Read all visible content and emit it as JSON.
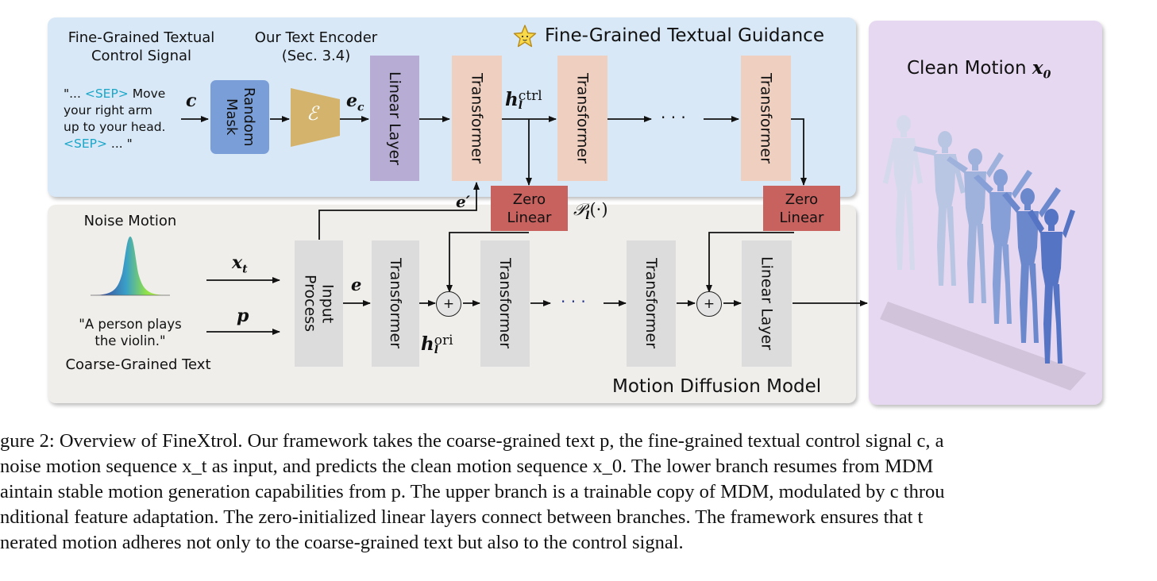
{
  "upper_branch": {
    "title": "Fine-Grained Textual Guidance",
    "control_label": [
      "Fine-Grained Textual",
      "Control Signal"
    ],
    "encoder_label": [
      "Our Text Encoder",
      "(Sec. 3.4)"
    ],
    "control_text": {
      "line1_pre": "\"... ",
      "line1_sep": "<SEP>",
      "line1_post": " Move",
      "line2": "your right arm",
      "line3": "up to your head.",
      "line4_sep": "<SEP>",
      "line4_post": " ... \""
    },
    "c_symbol": "c",
    "random_mask": [
      "Random",
      "Mask"
    ],
    "encoder_symbol": "ℰ",
    "ec_symbol": "e",
    "ec_sub": "c",
    "linear_layer": "Linear Layer",
    "transformer": "Transformer",
    "h_symbol": "h",
    "h_ctrl_sub": "l",
    "h_ctrl_sup": "ctrl",
    "dots": "· · ·",
    "e_prime": "e′",
    "zero_linear": [
      "Zero",
      "Linear"
    ],
    "p_func": "𝒫",
    "p_func_sub": "l",
    "p_func_tail": "(·)"
  },
  "lower_branch": {
    "title": "Motion Diffusion Model",
    "noise_label": "Noise Motion",
    "coarse_text": [
      "\"A person plays",
      "the violin.\""
    ],
    "coarse_label": "Coarse-Grained Text",
    "xt_symbol": "x",
    "xt_sub": "t",
    "p_symbol": "p",
    "input_process": [
      "Input",
      "Process"
    ],
    "e_symbol": "e",
    "transformer": "Transformer",
    "plus": "+",
    "h_ori_sub": "l",
    "h_ori_sup": "ori",
    "dots": "· · ·",
    "linear_layer": "Linear Layer"
  },
  "output": {
    "title": "Clean Motion ",
    "x0_symbol": "x",
    "x0_sub": "0"
  },
  "caption": [
    "gure 2: Overview of FineXtrol. Our framework takes the coarse-grained text p, the fine-grained textual control signal c, a",
    " noise motion sequence x_t as input, and predicts the clean motion sequence x_0. The lower branch resumes from MDM",
    "aintain stable motion generation capabilities from p. The upper branch is a trainable copy of MDM, modulated by c throu",
    "nditional feature adaptation. The zero-initialized linear layers connect between branches. The framework ensures that t",
    "nerated motion adheres not only to the coarse-grained text but also to the control signal."
  ],
  "colors": {
    "upper_bg": "#d8e8f7",
    "lower_bg": "#efeeeb",
    "output_bg": "#e6d8f0",
    "random_mask": "#7a9fd8",
    "encoder": "#d4b46c",
    "linear_upper": "#b7acd3",
    "transformer_upper": "#efd0c0",
    "zero_linear": "#c8625f",
    "gray_block": "#dcdcdc",
    "sep_text": "#1aa6c8"
  },
  "icons": [
    "star-icon",
    "gaussian-curve-icon",
    "motion-figures-image",
    "plus-node-icon"
  ]
}
